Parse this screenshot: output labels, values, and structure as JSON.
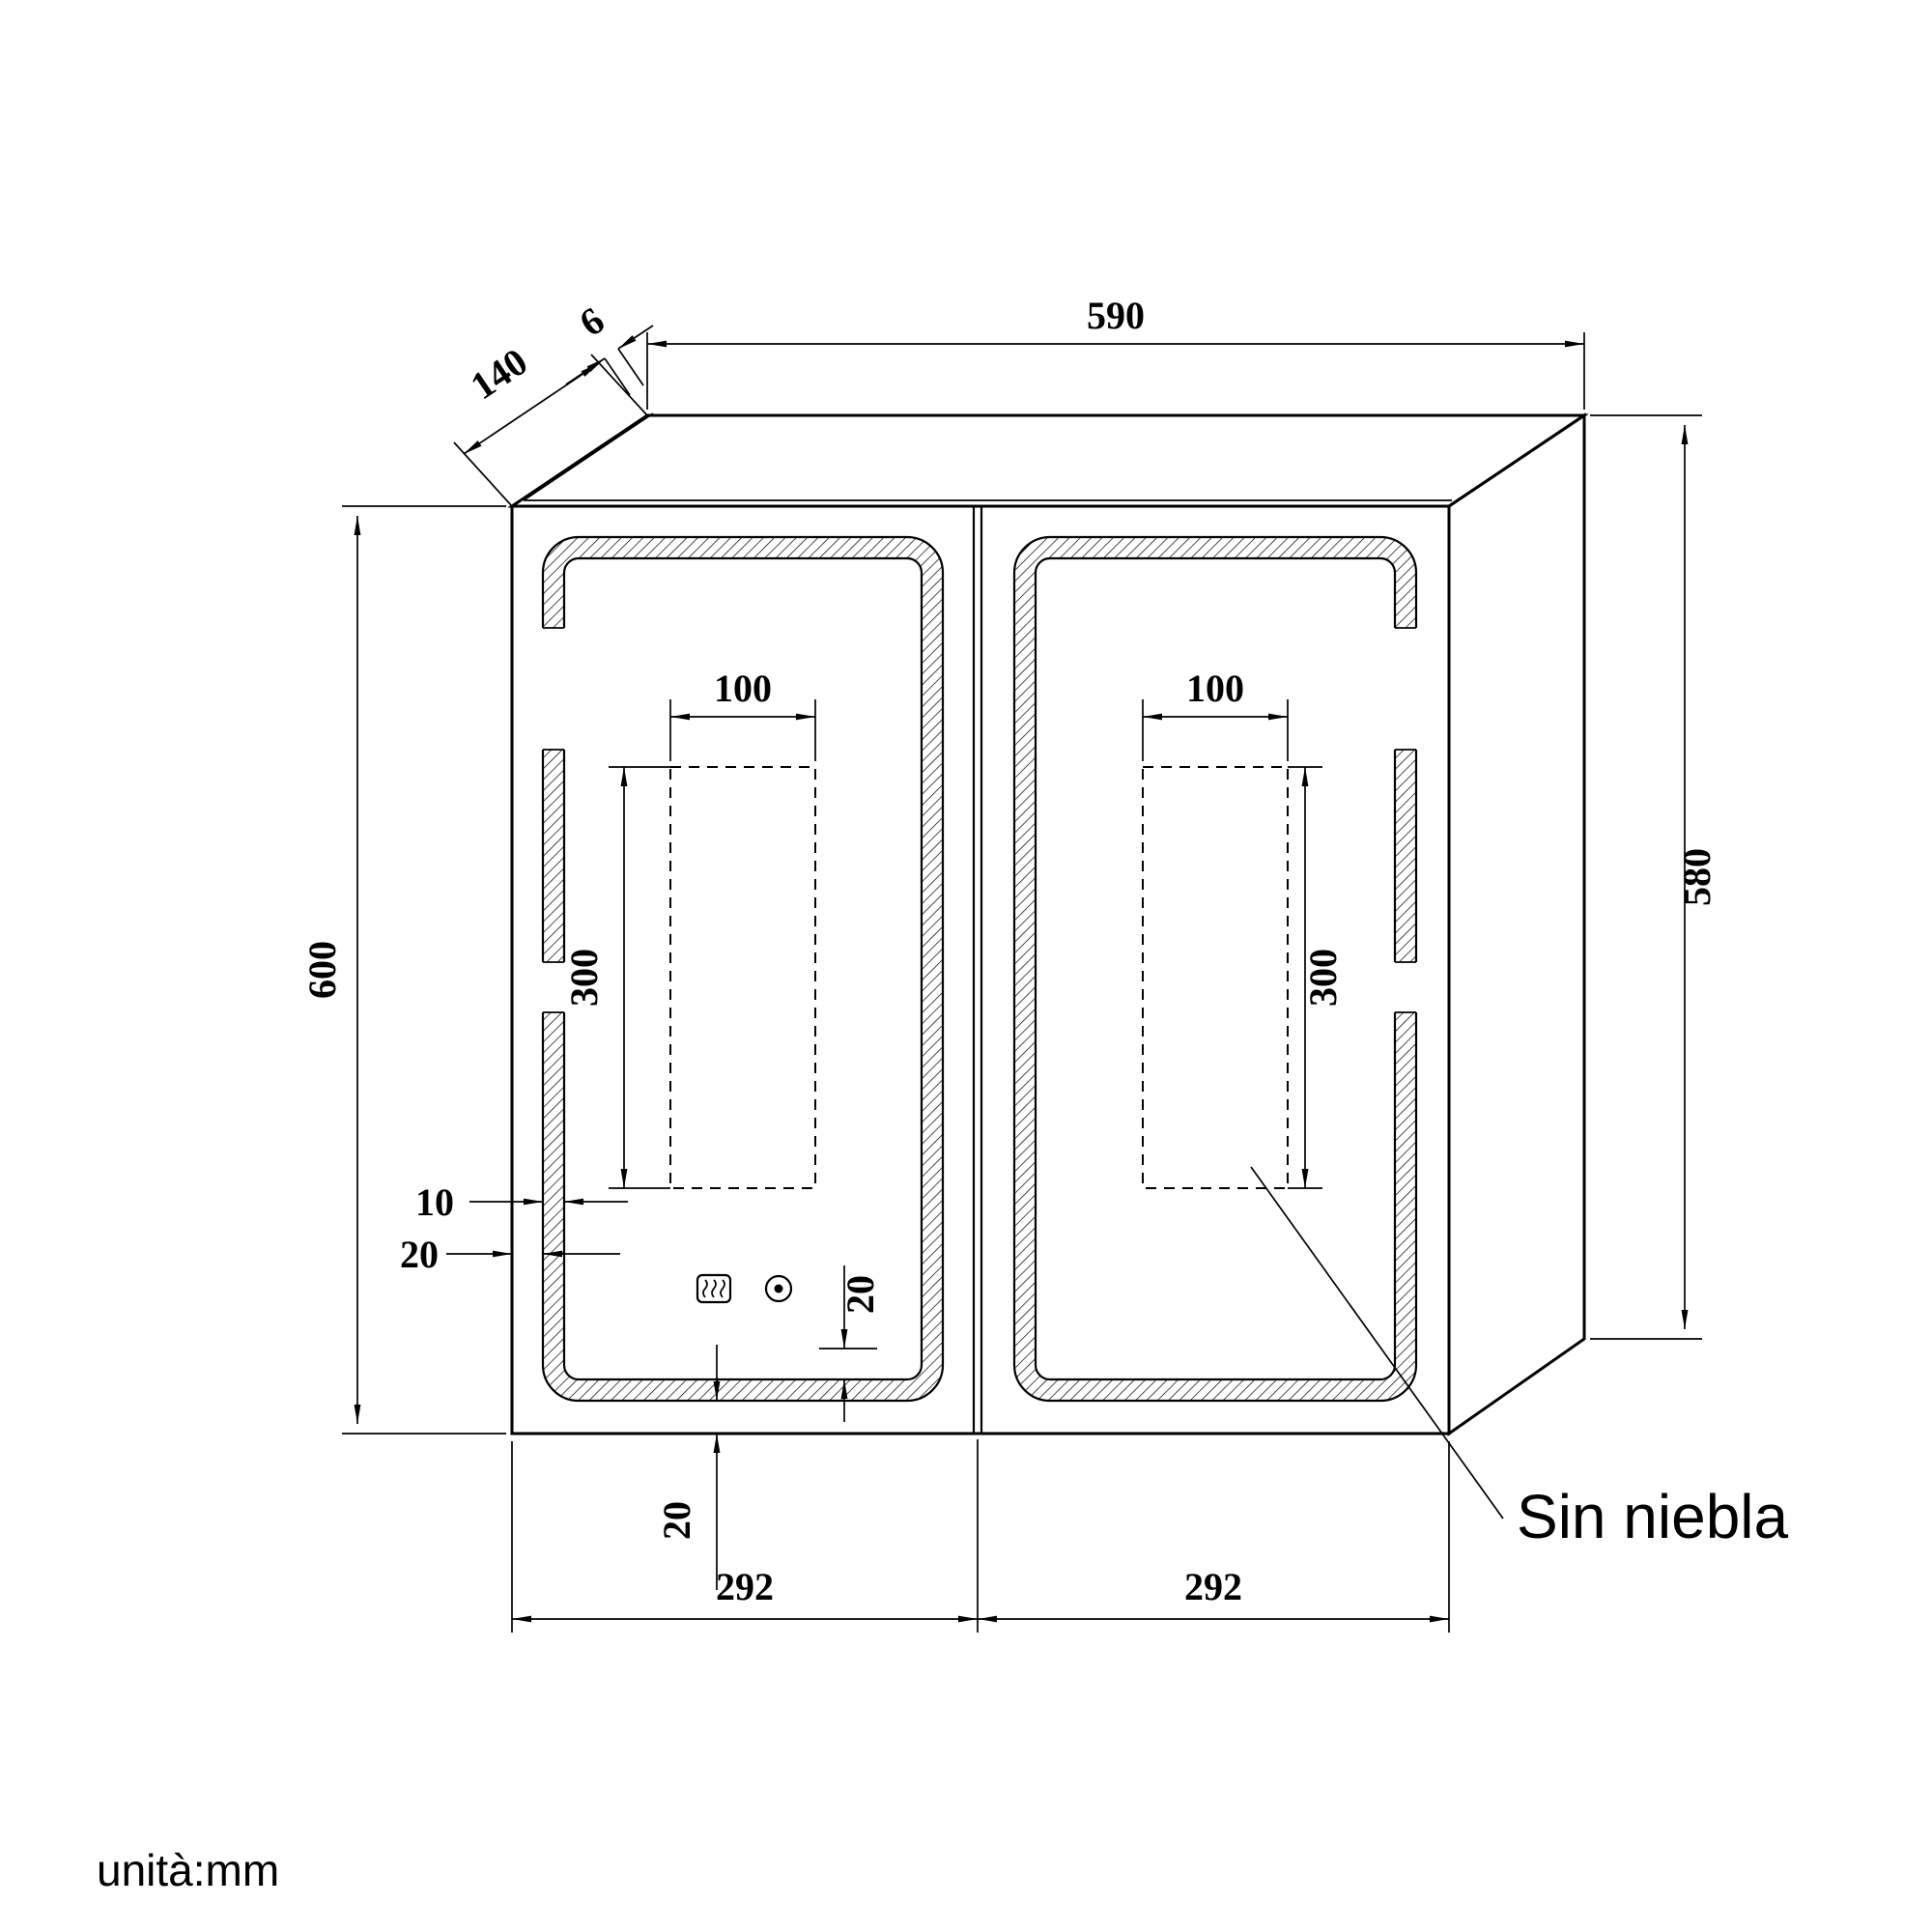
{
  "drawing": {
    "unit_note": "unità:mm",
    "callout_label": "Sin niebla",
    "dims": {
      "cabinet_width": "590",
      "cabinet_depth": "140",
      "door_thickness": "6",
      "front_height": "600",
      "side_height": "580",
      "pad_width_left": "100",
      "pad_width_right": "100",
      "pad_height_left": "300",
      "pad_height_right": "300",
      "led_strip_width": "10",
      "led_strip_edge_offset": "20",
      "led_strip_inner_offset": "20",
      "led_strip_bottom_offset": "20",
      "left_door_width": "292",
      "right_door_width": "292"
    },
    "icons": {
      "defogger": "defogger-icon",
      "light_button": "light-button-icon"
    },
    "colors": {
      "line": "#000000",
      "background": "#ffffff"
    }
  }
}
